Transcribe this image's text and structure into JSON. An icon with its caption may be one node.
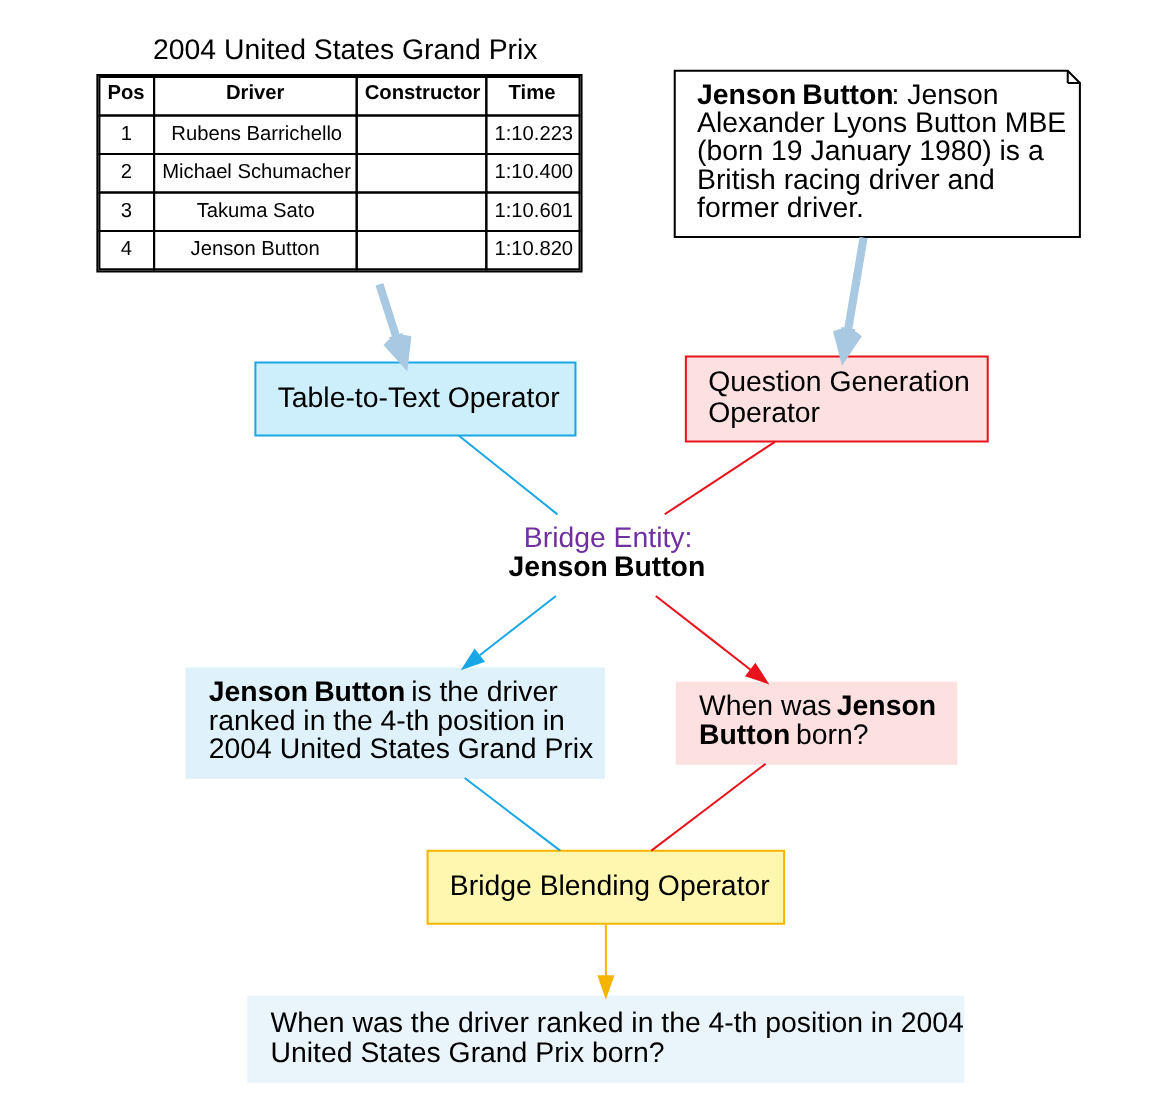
{
  "diagram": {
    "nodes": [
      {
        "text": [
          "2004 United States Grand Prix"
        ]
      },
      {
        "text": [
          "**Jenson Button**: Jenson Alexander Lyons Button MBE (born 19 January 1980) is a British racing driver and former driver."
        ]
      },
      {
        "text": [
          "Table-to-Text Operator"
        ]
      },
      {
        "text": [
          "Question Generation Operator"
        ]
      },
      {
        "text": [
          "Bridge Entity:",
          "Jenson Button"
        ]
      },
      {
        "text": [
          "**Jenson Button** is the driver ranked in the 4-th position in 2004 United States Grand Prix"
        ]
      },
      {
        "text": [
          "When was **Jenson Button** born?"
        ]
      },
      {
        "text": [
          "Bridge Blending Operator"
        ]
      },
      {
        "text": [
          "When was the driver ranked in the 4-th position in 2004 United States Grand Prix born?"
        ]
      }
    ],
    "edges": [
      {
        "from": 0,
        "to": 2,
        "arrow": "to",
        "style": "thick",
        "color": "#a9c9e2"
      },
      {
        "from": 1,
        "to": 3,
        "arrow": "to",
        "style": "thick",
        "color": "#a9c9e2"
      },
      {
        "from": 2,
        "to": 4,
        "arrow": "none",
        "color": "#1aa7e6"
      },
      {
        "from": 3,
        "to": 4,
        "arrow": "none",
        "color": "#e8141c"
      },
      {
        "from": 4,
        "to": 5,
        "arrow": "to",
        "color": "#1aa7e6"
      },
      {
        "from": 4,
        "to": 6,
        "arrow": "to",
        "color": "#e8141c"
      },
      {
        "from": 5,
        "to": 7,
        "arrow": "none",
        "color": "#1aa7e6"
      },
      {
        "from": 6,
        "to": 7,
        "arrow": "none",
        "color": "#e8141c"
      },
      {
        "from": 7,
        "to": 8,
        "arrow": "to",
        "color": "#f5b400"
      }
    ],
    "labels": [
      "Pos",
      "Driver",
      "Constructor",
      "Time",
      "1",
      "Rubens Barrichello",
      "1:10.223",
      "2",
      "Michael Schumacher",
      "1:10.400",
      "3",
      "Takuma Sato",
      "1:10.601",
      "4",
      "Jenson Button",
      "1:10.820"
    ]
  }
}
